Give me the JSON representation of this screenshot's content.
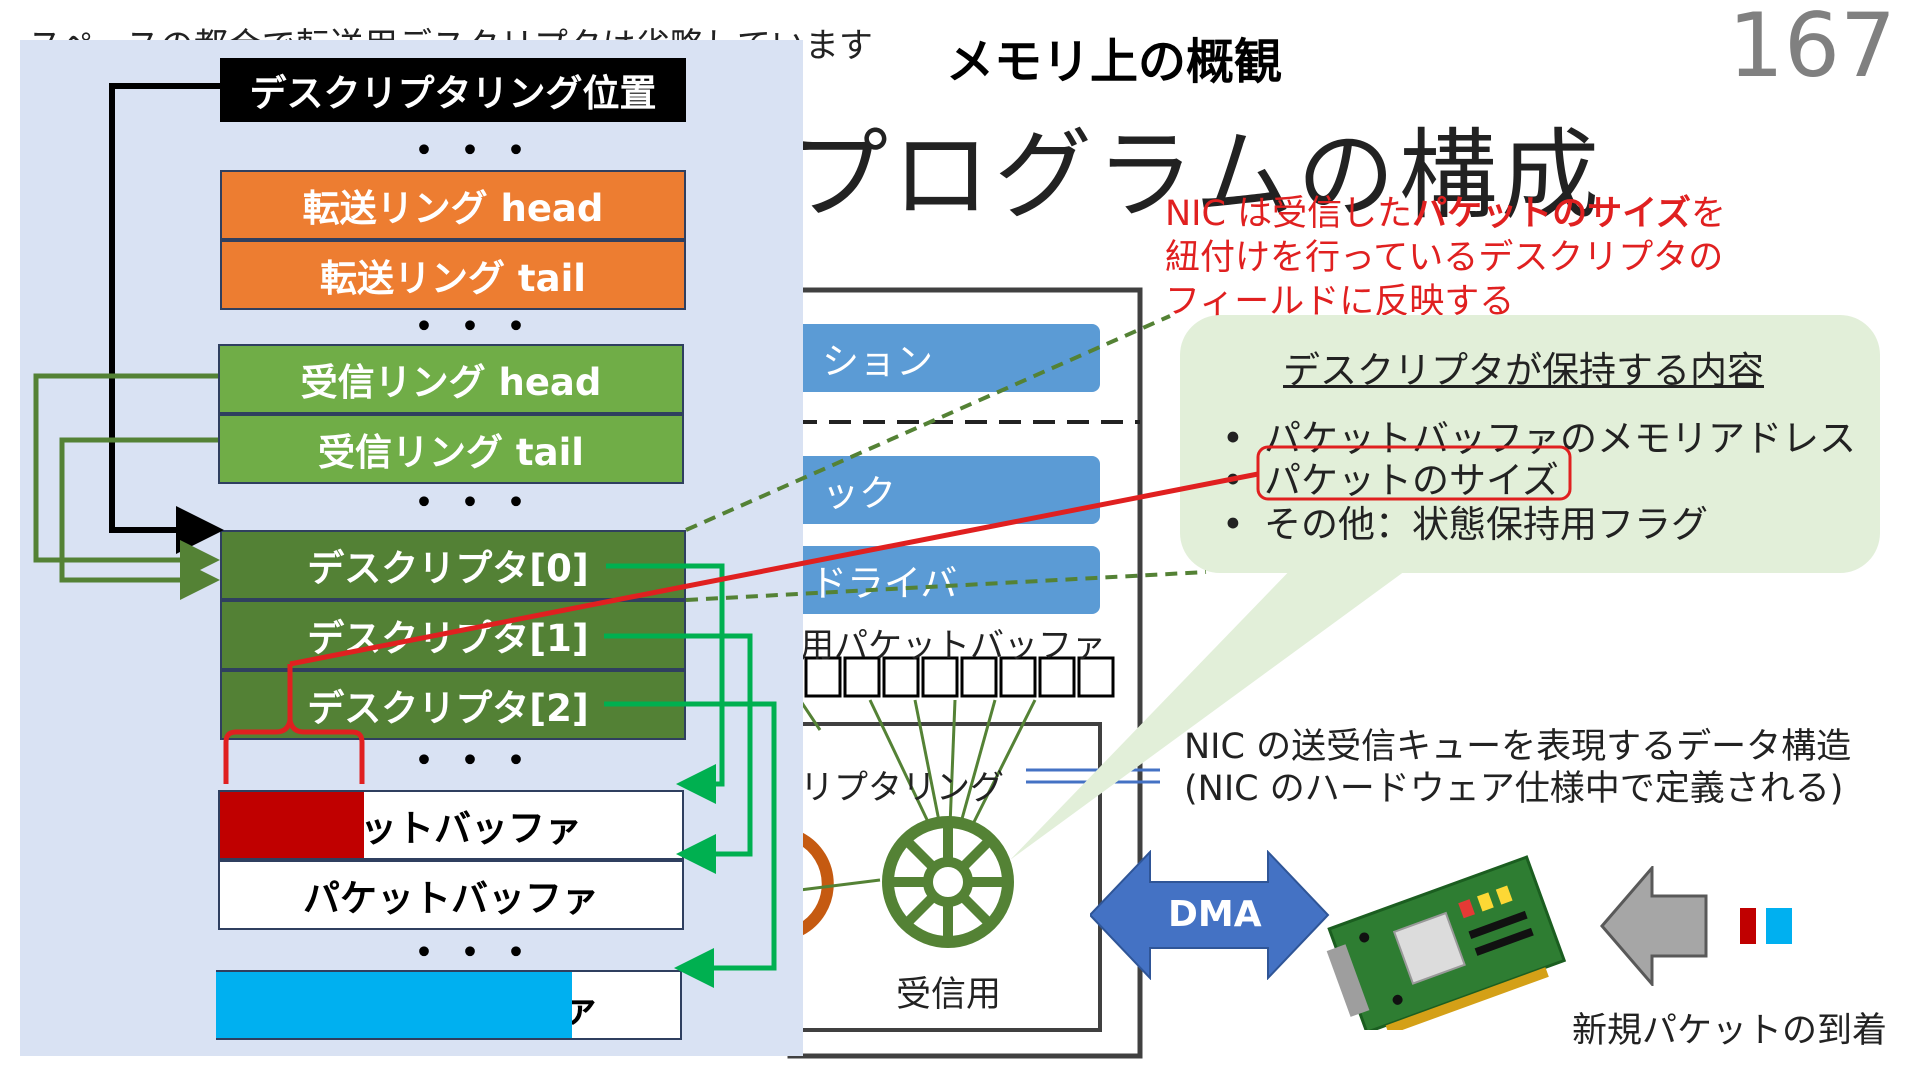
{
  "header": {
    "note": "スペースの都合で転送用デスクリプタは省略しています",
    "subtitle": "メモリ上の概観",
    "page_number": "167",
    "main_title": "プログラムの構成"
  },
  "red_note": {
    "line1_pre": "NIC は受信した",
    "line1_bold": "パケットのサイズ",
    "line1_post": "を",
    "line2": "紐付けを行っているデスクリプタの",
    "line3": "フィールドに反映する"
  },
  "descriptor_contents": {
    "title": "デスクリプタが保持する内容",
    "bullet": "•",
    "items": [
      "パケットバッファのメモリアドレス",
      "パケットのサイズ",
      "その他：状態保持用フラグ"
    ]
  },
  "ring_note": {
    "line1": "NIC の送受信キューを表現するデータ構造",
    "line2": "(NIC のハードウェア仕様中で定義される)"
  },
  "arrival_label": "新規パケットの到着",
  "dma_label": "DMA",
  "rx_label": "受信用",
  "background_labels": {
    "app_fragment": "ション",
    "stack_fragment": "ック",
    "driver_fragment": "ドライバ",
    "buffer_fragment": "用パケットバッファ",
    "ring_fragment": "リプタリング"
  },
  "memory": {
    "ring_position": "デスクリプタリング位置",
    "ellipsis": "・・・",
    "tx_head": "転送リング head",
    "tx_tail": "転送リング tail",
    "rx_head": "受信リング head",
    "rx_tail": "受信リング tail",
    "descriptors": [
      "デスクリプタ[0]",
      "デスクリプタ[1]",
      "デスクリプタ[2]"
    ],
    "packet_buffer_1_partial": "ットバッファ",
    "packet_buffer_2": "パケットバッファ",
    "packet_buffer_3_partial": "ァ"
  },
  "colors": {
    "orange": "#ed7d31",
    "green_light": "#70ad47",
    "green_dark": "#538135",
    "blue": "#5b9bd5",
    "red": "#e02020",
    "cyan": "#00b0f0",
    "dark_red": "#c00000",
    "panel": "#d9e2f3"
  },
  "icons": [
    "rx-ring-wheel-icon",
    "nic-card-icon",
    "dma-arrow-icon",
    "incoming-arrow-icon",
    "packet-icon"
  ]
}
